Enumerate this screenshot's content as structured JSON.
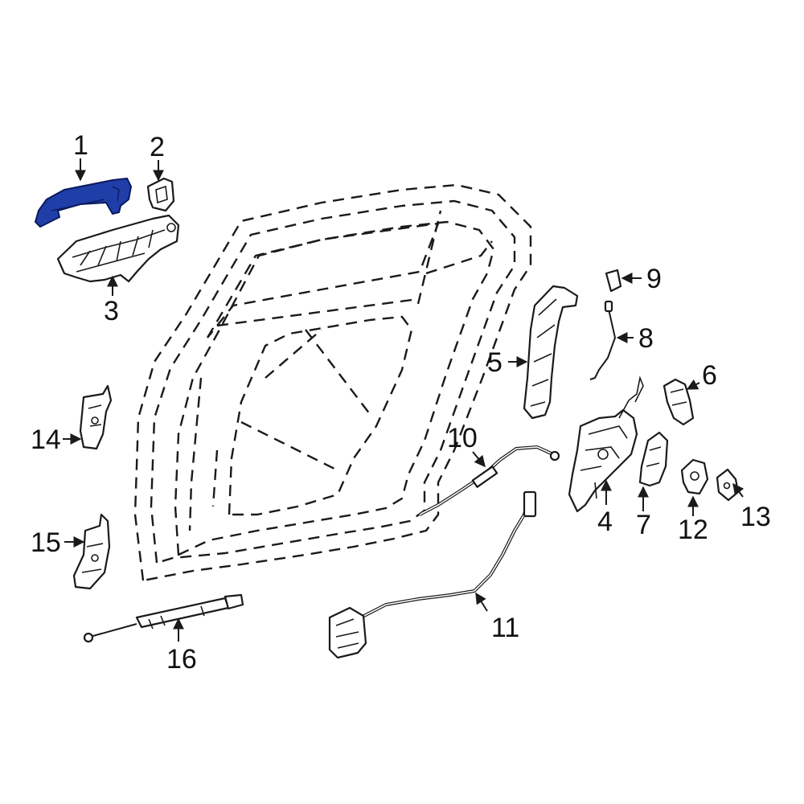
{
  "colors": {
    "background": "#ffffff",
    "line": "#1a1a1a",
    "highlight_fill": "#1f3ea8",
    "highlight_stroke": "#0b1a5c"
  },
  "highlighted_part": "1",
  "callouts": {
    "c1": "1",
    "c2": "2",
    "c3": "3",
    "c4": "4",
    "c5": "5",
    "c6": "6",
    "c7": "7",
    "c8": "8",
    "c9": "9",
    "c10": "10",
    "c11": "11",
    "c12": "12",
    "c13": "13",
    "c14": "14",
    "c15": "15",
    "c16": "16"
  }
}
